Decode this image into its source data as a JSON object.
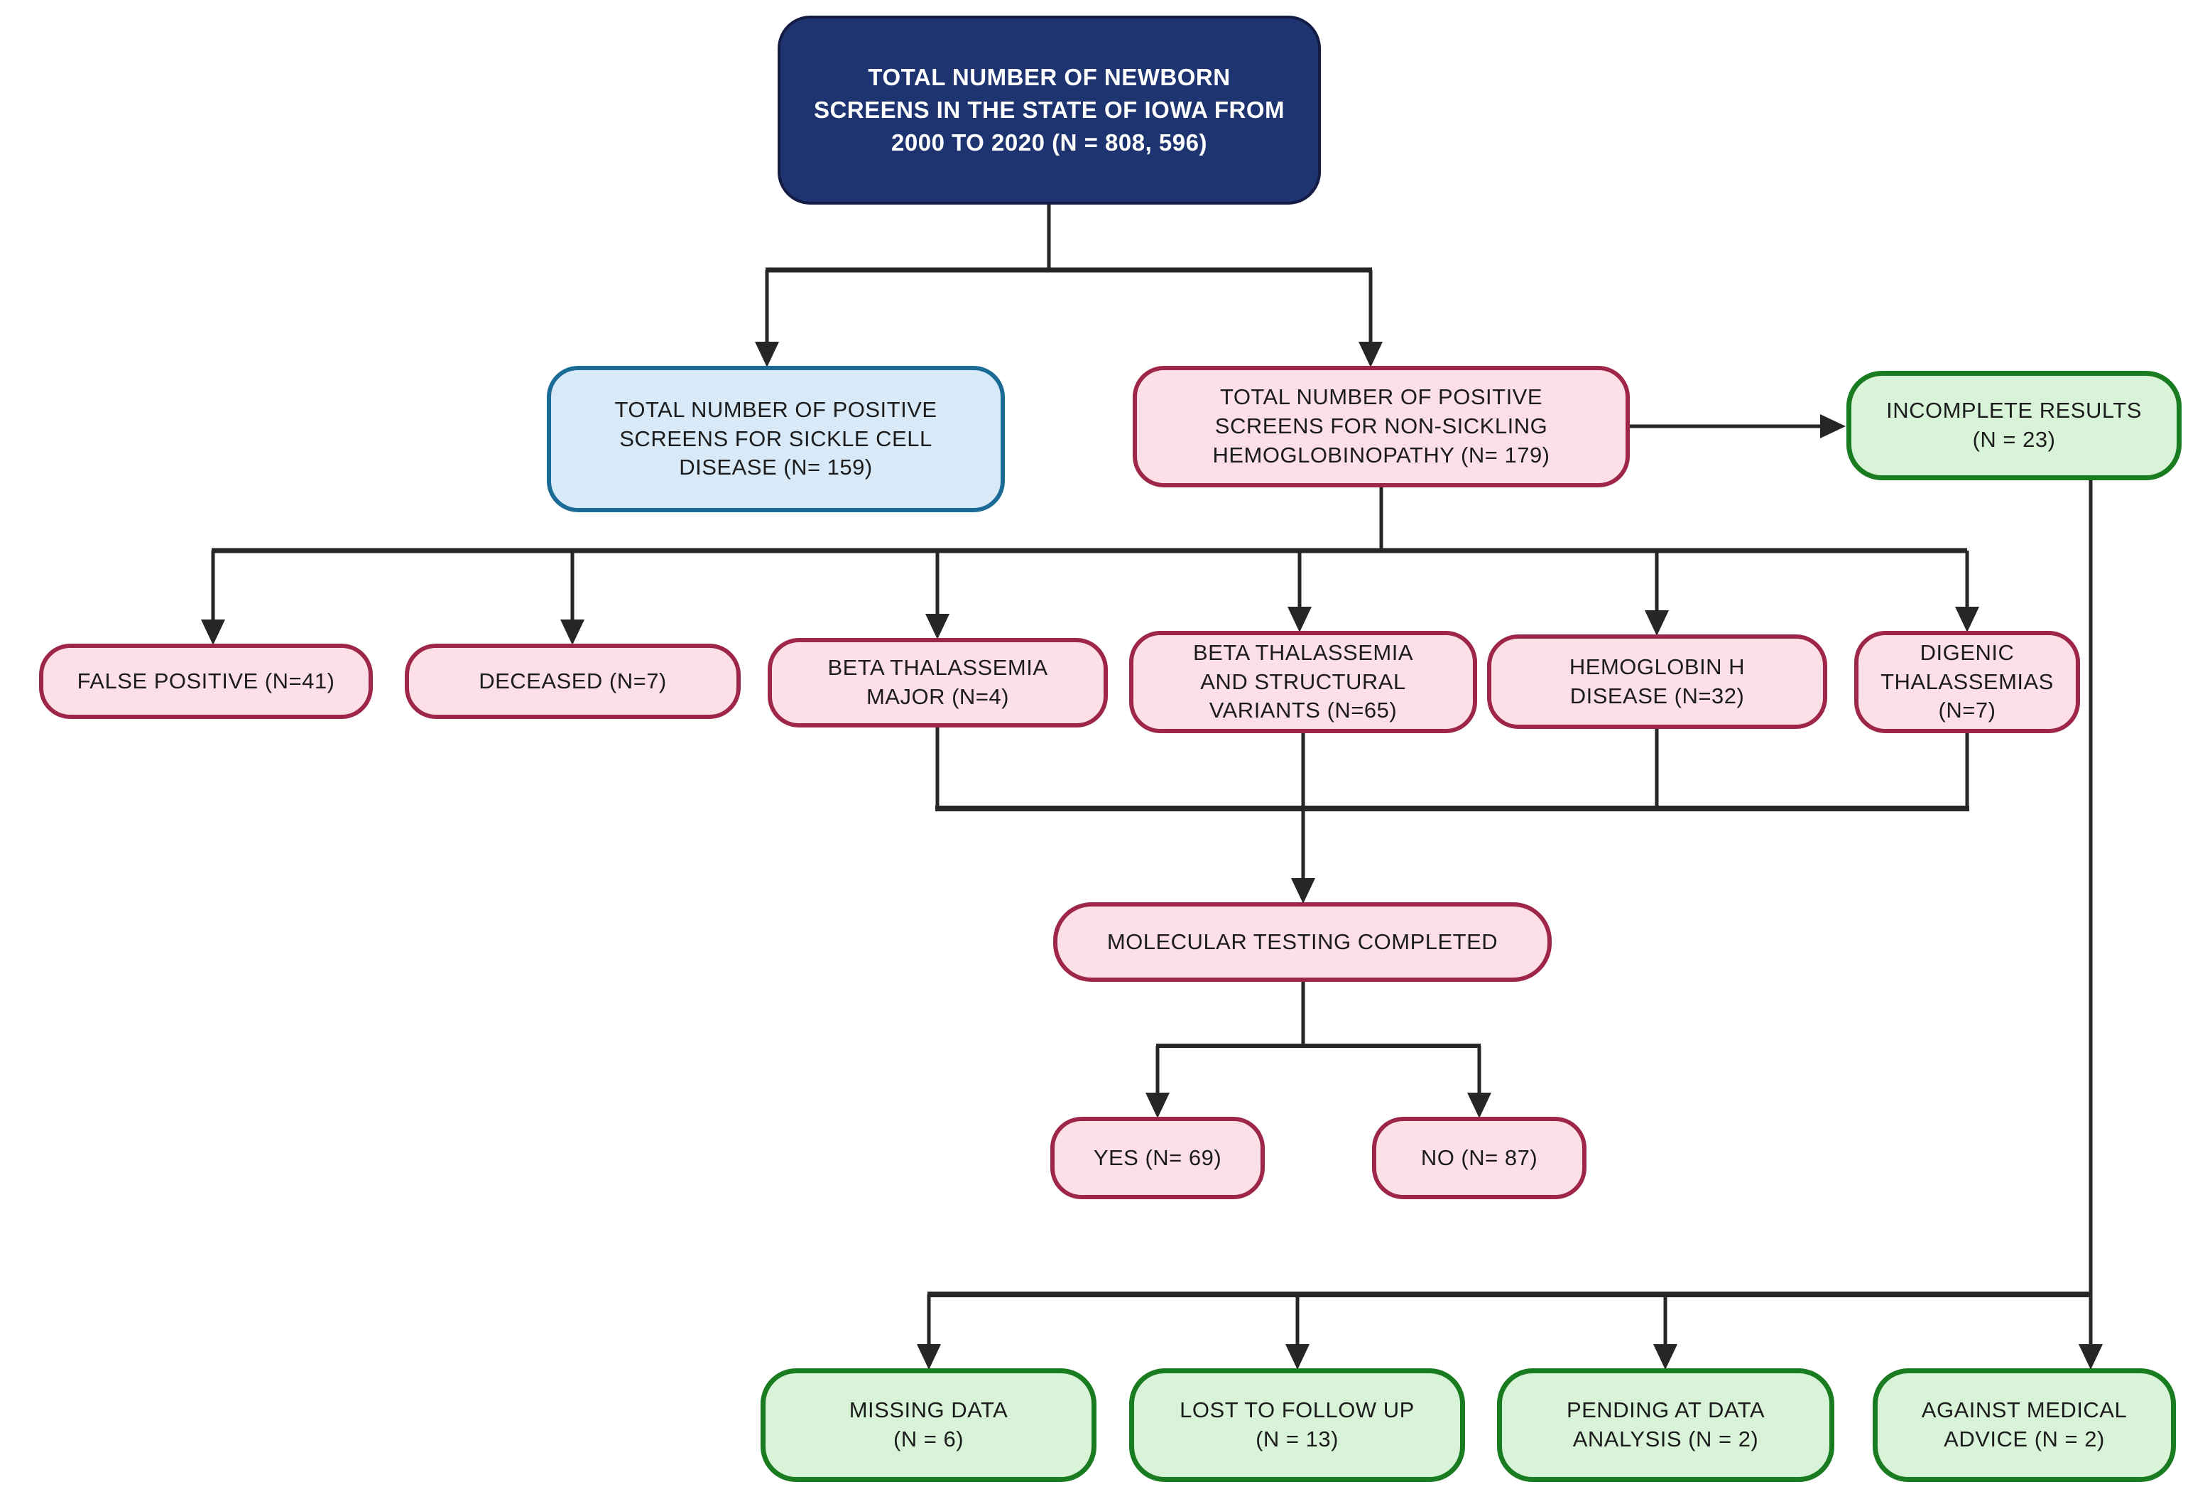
{
  "colors": {
    "navy_fill": "#1e3470",
    "navy_border": "#141b45",
    "navy_text": "#ffffff",
    "blue_fill": "#d8eaf8",
    "blue_border": "#1a6b96",
    "pink_fill": "#fcdfe7",
    "pink_border": "#9e2648",
    "green_fill": "#d9f3d9",
    "green_border": "#1a7c20",
    "line": "#262626",
    "text": "#1c1c1c"
  },
  "nodes": {
    "total_newborn_screens": {
      "label": "TOTAL NUMBER OF NEWBORN\nSCREENS IN THE STATE OF IOWA FROM\n2000 TO 2020 (N = 808, 596)",
      "n": "808, 596"
    },
    "sickle_cell_positive": {
      "label": "TOTAL NUMBER OF POSITIVE\nSCREENS FOR SICKLE CELL\nDISEASE (N= 159)",
      "n": "159"
    },
    "non_sickling_positive": {
      "label": "TOTAL NUMBER OF POSITIVE\nSCREENS FOR NON-SICKLING\nHEMOGLOBINOPATHY (N= 179)",
      "n": "179"
    },
    "incomplete_results": {
      "label": "INCOMPLETE RESULTS\n(N = 23)",
      "n": "23"
    },
    "false_positive": {
      "label": "FALSE POSITIVE (N=41)",
      "n": "41"
    },
    "deceased": {
      "label": "DECEASED (N=7)",
      "n": "7"
    },
    "beta_thalassemia_major": {
      "label": "BETA THALASSEMIA\nMAJOR (N=4)",
      "n": "4"
    },
    "beta_thal_structural": {
      "label": "BETA THALASSEMIA\nAND STRUCTURAL\nVARIANTS (N=65)",
      "n": "65"
    },
    "hemoglobin_h_disease": {
      "label": "HEMOGLOBIN H\nDISEASE (N=32)",
      "n": "32"
    },
    "digenic_thalassemias": {
      "label": "DIGENIC\nTHALASSEMIAS\n(N=7)",
      "n": "7"
    },
    "molecular_testing": {
      "label": "MOLECULAR TESTING COMPLETED"
    },
    "molecular_yes": {
      "label": "YES (N= 69)",
      "n": "69"
    },
    "molecular_no": {
      "label": "NO (N= 87)",
      "n": "87"
    },
    "missing_data": {
      "label": "MISSING DATA\n(N = 6)",
      "n": "6"
    },
    "lost_to_follow_up": {
      "label": "LOST TO FOLLOW UP\n(N = 13)",
      "n": "13"
    },
    "pending_data_analysis": {
      "label": "PENDING AT DATA\nANALYSIS (N = 2)",
      "n": "2"
    },
    "against_medical_advice": {
      "label": "AGAINST MEDICAL\nADVICE (N = 2)",
      "n": "2"
    }
  }
}
